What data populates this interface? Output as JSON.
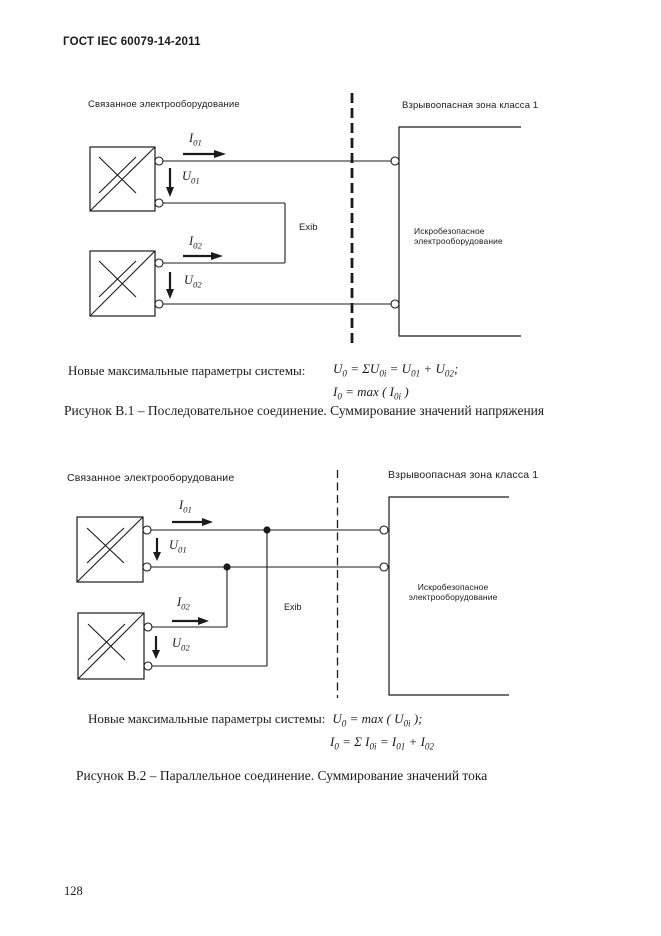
{
  "header": {
    "title": "ГОСТ IEC 60079-14-2011"
  },
  "colors": {
    "background": "#ffffff",
    "line": "#1b1b1b",
    "text": "#1b1b1b"
  },
  "figures": {
    "fig1": {
      "associated_label": "Связанное электрооборудование",
      "zone_label": "Взрывоопасная зона класса 1",
      "exib_label": "Exib",
      "is_equipment_line1": "Искробезопасное",
      "is_equipment_line2": "электрооборудование",
      "current1": [
        {
          "t": "I"
        },
        {
          "t": "01",
          "sub": true
        }
      ],
      "voltage1": [
        {
          "t": "U"
        },
        {
          "t": "01",
          "sub": true
        }
      ],
      "current2": [
        {
          "t": "I"
        },
        {
          "t": "02",
          "sub": true
        }
      ],
      "voltage2": [
        {
          "t": "U"
        },
        {
          "t": "02",
          "sub": true
        }
      ],
      "params_label": "Новые максимальные параметры системы:",
      "formula_voltage": [
        {
          "t": "U"
        },
        {
          "t": "0",
          "sub": true
        },
        {
          "t": " = ΣU"
        },
        {
          "t": "0i",
          "sub": true
        },
        {
          "t": " = U"
        },
        {
          "t": "01",
          "sub": true
        },
        {
          "t": " + U"
        },
        {
          "t": "02",
          "sub": true
        },
        {
          "t": ";"
        }
      ],
      "formula_current": [
        {
          "t": "I"
        },
        {
          "t": "0",
          "sub": true
        },
        {
          "t": " = max ( "
        },
        {
          "t": "I"
        },
        {
          "t": "0i",
          "sub": true
        },
        {
          "t": " )"
        }
      ],
      "caption": "Рисунок В.1 – Последовательное соединение. Суммирование значений напряжения"
    },
    "fig2": {
      "associated_label": "Связанное электрооборудование",
      "zone_label": "Взрывоопасная зона класса 1",
      "exib_label": "Exib",
      "is_equipment_line1": "Искробезопасное",
      "is_equipment_line2": "электрооборудование",
      "current1": [
        {
          "t": "I"
        },
        {
          "t": "01",
          "sub": true
        }
      ],
      "voltage1": [
        {
          "t": "U"
        },
        {
          "t": "01",
          "sub": true
        }
      ],
      "current2": [
        {
          "t": "I"
        },
        {
          "t": "02",
          "sub": true
        }
      ],
      "voltage2": [
        {
          "t": "U"
        },
        {
          "t": "02",
          "sub": true
        }
      ],
      "params_label": "Новые максимальные параметры системы:",
      "formula_voltage": [
        {
          "t": "U"
        },
        {
          "t": "0",
          "sub": true
        },
        {
          "t": " = max ( "
        },
        {
          "t": "U"
        },
        {
          "t": "0i",
          "sub": true
        },
        {
          "t": " );"
        }
      ],
      "formula_current": [
        {
          "t": "I"
        },
        {
          "t": "0",
          "sub": true
        },
        {
          "t": " = Σ "
        },
        {
          "t": "I"
        },
        {
          "t": "0i",
          "sub": true
        },
        {
          "t": " = "
        },
        {
          "t": "I"
        },
        {
          "t": "01",
          "sub": true
        },
        {
          "t": " + "
        },
        {
          "t": "I"
        },
        {
          "t": "02",
          "sub": true
        }
      ],
      "caption": "Рисунок В.2 – Параллельное соединение. Суммирование значений тока"
    }
  },
  "page_number": "128"
}
